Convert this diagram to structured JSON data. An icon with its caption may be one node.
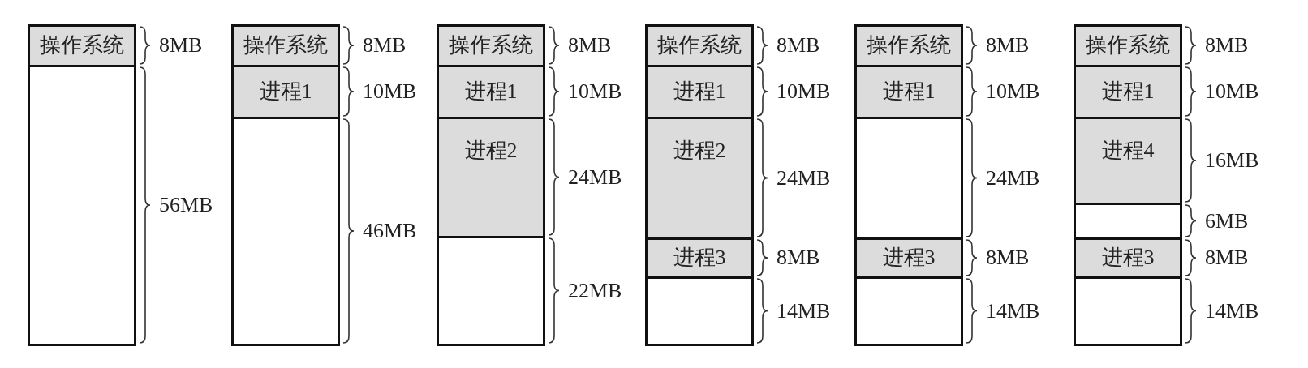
{
  "diagram": {
    "nodes": [
      {
        "text": [
          "操作系统"
        ],
        "beside": [
          "8MB"
        ]
      },
      {
        "text": [],
        "shape": "box",
        "beside": [
          "56MB"
        ]
      },
      {
        "text": [
          "操作系统"
        ],
        "beside": [
          "8MB"
        ]
      },
      {
        "text": [
          "进程1"
        ],
        "beside": [
          "10MB"
        ]
      },
      {
        "text": [],
        "shape": "box",
        "beside": [
          "46MB"
        ]
      },
      {
        "text": [
          "操作系统"
        ],
        "beside": [
          "8MB"
        ]
      },
      {
        "text": [
          "进程1"
        ],
        "beside": [
          "10MB"
        ]
      },
      {
        "text": [
          "进程2"
        ],
        "beside": [
          "24MB"
        ]
      },
      {
        "text": [],
        "shape": "box",
        "beside": [
          "22MB"
        ]
      },
      {
        "text": [
          "操作系统"
        ],
        "beside": [
          "8MB"
        ]
      },
      {
        "text": [
          "进程1"
        ],
        "beside": [
          "10MB"
        ]
      },
      {
        "text": [
          "进程2"
        ],
        "beside": [
          "24MB"
        ]
      },
      {
        "text": [
          "进程3"
        ],
        "beside": [
          "8MB"
        ]
      },
      {
        "text": [],
        "shape": "box",
        "beside": [
          "14MB"
        ]
      },
      {
        "text": [
          "操作系统"
        ],
        "beside": [
          "8MB"
        ]
      },
      {
        "text": [
          "进程1"
        ],
        "beside": [
          "10MB"
        ]
      },
      {
        "text": [],
        "shape": "box",
        "beside": [
          "24MB"
        ]
      },
      {
        "text": [
          "进程3"
        ],
        "beside": [
          "8MB"
        ]
      },
      {
        "text": [],
        "shape": "box",
        "beside": [
          "14MB"
        ]
      },
      {
        "text": [
          "操作系统"
        ],
        "beside": [
          "8MB"
        ]
      },
      {
        "text": [
          "进程1"
        ],
        "beside": [
          "10MB"
        ]
      },
      {
        "text": [
          "进程4"
        ],
        "beside": [
          "16MB"
        ]
      },
      {
        "text": [],
        "shape": "box",
        "beside": [
          "6MB"
        ]
      },
      {
        "text": [
          "进程3"
        ],
        "beside": [
          "8MB"
        ]
      },
      {
        "text": [],
        "shape": "box",
        "beside": [
          "14MB"
        ]
      }
    ]
  }
}
